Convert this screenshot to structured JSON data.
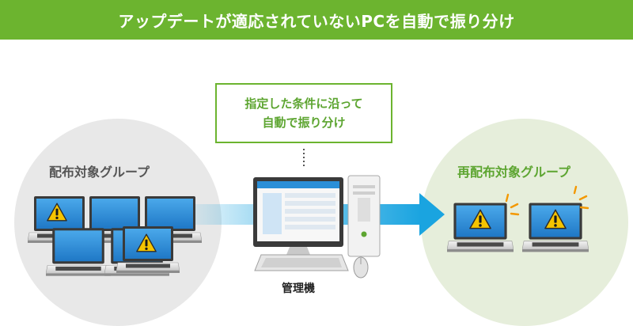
{
  "title": "アップデートが適応されていないPCを自動で振り分け",
  "callout": {
    "line1": "指定した条件に沿って",
    "line2": "自動で振り分け"
  },
  "groups": {
    "source": "配布対象グループ",
    "target": "再配布対象グループ"
  },
  "admin_label": "管理機",
  "colors": {
    "title_bg": "#6cb42f",
    "accent_green": "#5da531",
    "arrow_blue": "#1aa4e0",
    "screen_blue": "#2b8fd8",
    "warning_yellow": "#f5c400",
    "alert_orange": "#f39800"
  },
  "source_laptops": [
    {
      "warning": true
    },
    {
      "warning": false
    },
    {
      "warning": false
    },
    {
      "warning": false
    },
    {
      "warning": false
    },
    {
      "warning": true
    }
  ],
  "target_laptops": [
    {
      "warning": true
    },
    {
      "warning": true
    }
  ]
}
